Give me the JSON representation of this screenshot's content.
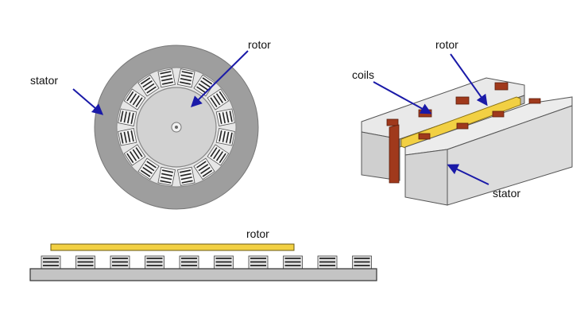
{
  "labels": {
    "stator_left": "stator",
    "rotor_left": "rotor",
    "coils_right": "coils",
    "rotor_right": "rotor",
    "stator_right": "stator",
    "rotor_linear": "rotor"
  },
  "colors": {
    "stator_gray": "#9b9b9b",
    "stator_light": "#d9d9d9",
    "rotor_fill": "#cfcfcf",
    "coil_brown": "#a0391c",
    "rotor_yellow": "#f2d043",
    "arrow_blue": "#1a1aa8",
    "outline": "#333333"
  },
  "linear_coil_count": 10,
  "rotary_slot_count": 16
}
